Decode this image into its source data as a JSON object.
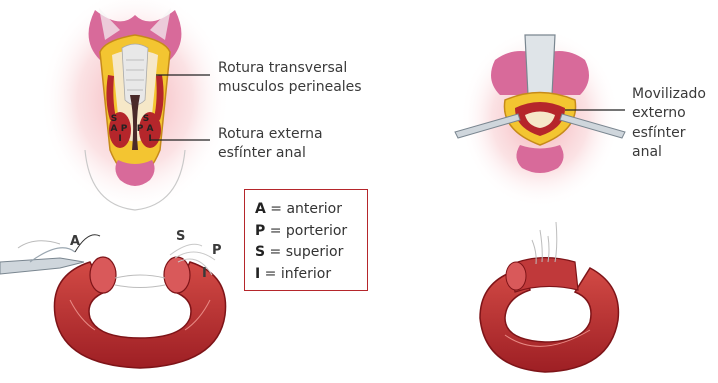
{
  "labels": {
    "rotura_transversal_1": "Rotura transversal",
    "rotura_transversal_2": "musculos perineales",
    "rotura_externa_1": "Rotura externa",
    "rotura_externa_2": "esfínter anal",
    "movilizado_1": "Movilizado",
    "movilizado_2": "externo",
    "movilizado_3": "esfínter",
    "movilizado_4": "anal"
  },
  "segments": {
    "left": [
      "S",
      "A",
      "P",
      "I"
    ],
    "right": [
      "S",
      "P",
      "A",
      "I"
    ]
  },
  "suture_letters": {
    "a": "A",
    "s": "S",
    "p": "P",
    "i": "I"
  },
  "legend": [
    {
      "key": "A",
      "text": " = anterior"
    },
    {
      "key": "P",
      "text": " = porterior"
    },
    {
      "key": "S",
      "text": " = superior"
    },
    {
      "key": "I",
      "text": " = inferior"
    }
  ],
  "colors": {
    "muscle_red": "#b5262b",
    "pink": "#e07aa0",
    "fat_yellow": "#f3c531",
    "legend_border": "#b5262b"
  }
}
